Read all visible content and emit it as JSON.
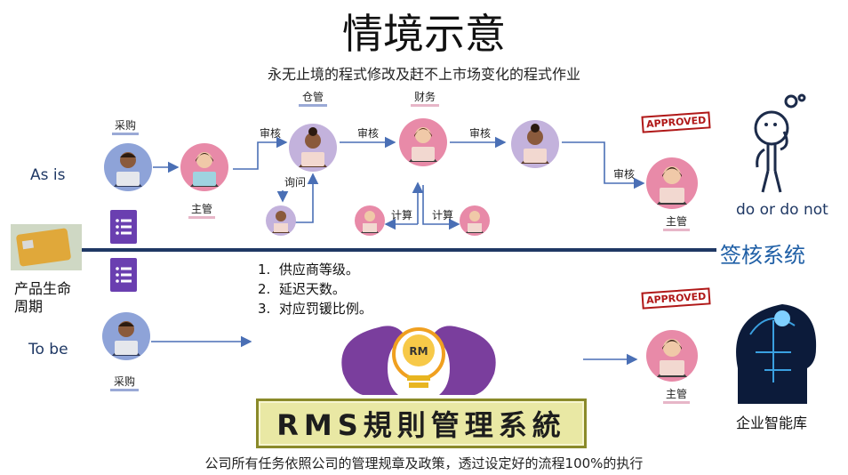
{
  "title": "情境示意",
  "subtitle": "永无止境的程式修改及赶不上市场变化的程式作业",
  "as_is_label": "As is",
  "to_be_label": "To be",
  "roles": {
    "purchasing": "采购",
    "supervisor": "主管",
    "warehouse": "仓管",
    "finance": "财务"
  },
  "arrows": {
    "review": "审核",
    "inquire": "询问",
    "calculate": "计算"
  },
  "approved": "APPROVED",
  "do_or_do_not": "do or do not",
  "review_system": "签核系统",
  "product_lifecycle": "产品生命\n周期",
  "rules": [
    "供应商等级。",
    "延迟天数。",
    "对应罚锾比例。"
  ],
  "rm_bulb": "RM",
  "rms_system": "RMS規則管理系統",
  "enterprise_kb": "企业智能库",
  "footer": "公司所有任务依照公司的管理规章及政策，透过设定好的流程100%的执行",
  "colors": {
    "blue_circle": "#8ea3d8",
    "pink_circle": "#e88aa8",
    "lavender_circle": "#c3b2dc",
    "divider": "#1f3864",
    "system_text": "#1f5fa6",
    "approved_red": "#b01818",
    "rms_box": "#e9e8a4",
    "brain_purple": "#7a3e9d"
  }
}
